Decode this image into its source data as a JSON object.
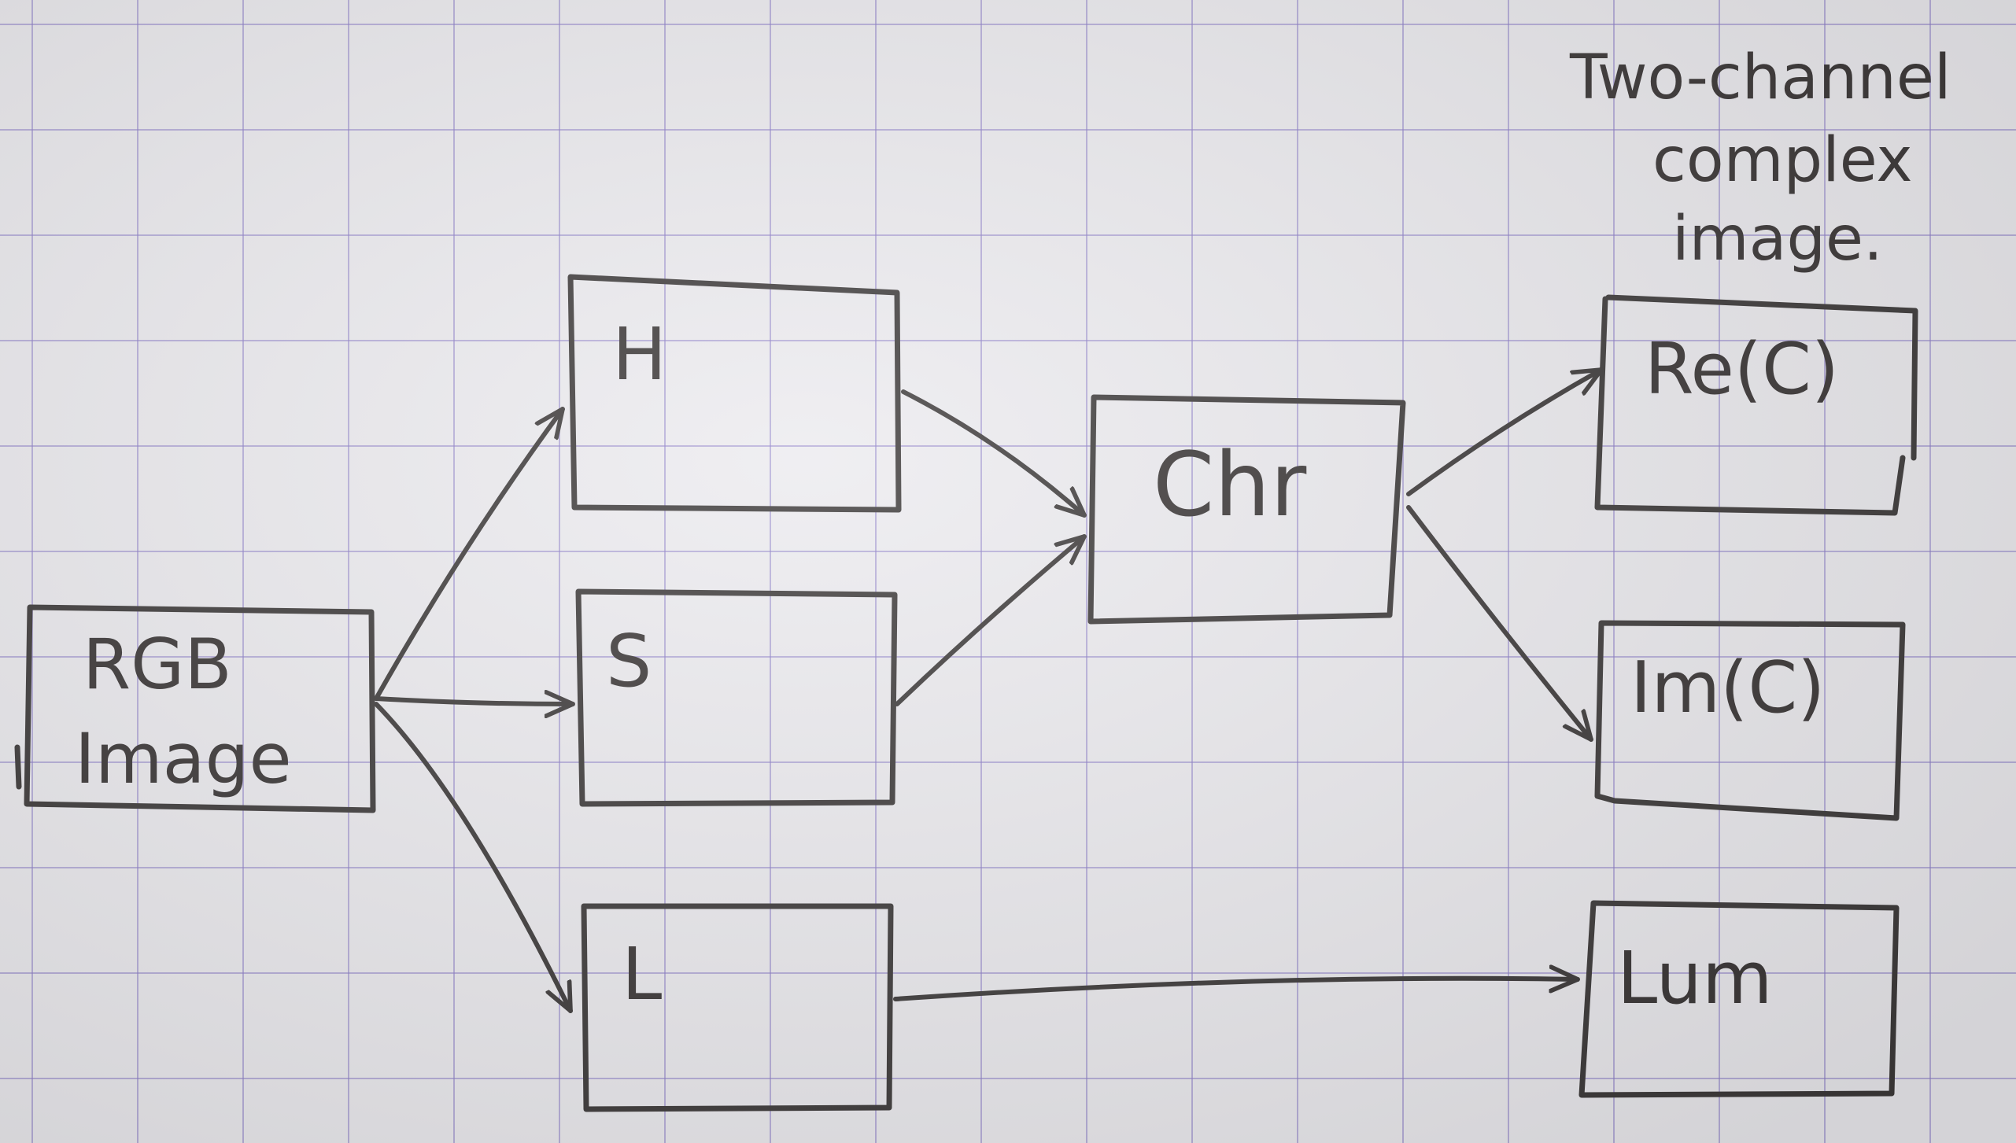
{
  "note": {
    "line1": "Two-channel",
    "line2": "complex",
    "line3": "image."
  },
  "nodes": {
    "rgb": {
      "line1": "RGB",
      "line2": "Image"
    },
    "h": "H",
    "s": "S",
    "l": "L",
    "chr": "Chr",
    "re": "Re(C)",
    "im": "Im(C)",
    "lum": "Lum"
  },
  "colors": {
    "ink": "#3d3a3a",
    "grid": "#8c7dc8",
    "paper": "#ecebef"
  }
}
